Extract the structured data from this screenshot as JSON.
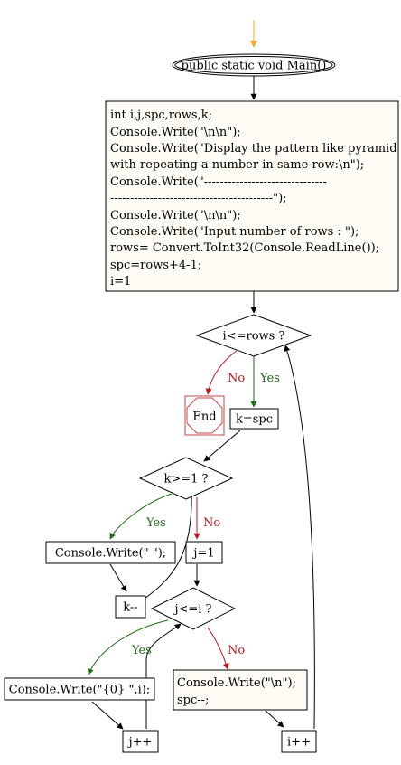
{
  "flowchart": {
    "start_label": "public static void Main()",
    "init_lines": [
      "int i,j,spc,rows,k;",
      "Console.Write(\"\\n\\n\");",
      "Console.Write(\"Display the pattern like pyramid",
      "with repeating a number in same row:\\n\");",
      "Console.Write(\"-------------------------------",
      "-----------------------------------------\");",
      "Console.Write(\"\\n\\n\");",
      "Console.Write(\"Input number of rows : \");",
      "rows= Convert.ToInt32(Console.ReadLine());",
      "spc=rows+4-1;",
      "i=1"
    ],
    "cond_outer": "i<=rows ?",
    "end_label": "End",
    "k_assign": "k=spc",
    "cond_k": "k>=1 ?",
    "write_space": "Console.Write(\" \");",
    "k_decrement": "k--",
    "j_assign": "j=1",
    "cond_j": "j<=i ?",
    "write_num": "Console.Write(\"{0} \",i);",
    "j_increment": "j++",
    "newline_lines": [
      "Console.Write(\"\\n\");",
      "spc--;"
    ],
    "i_increment": "i++",
    "yes_label": "Yes",
    "no_label": "No",
    "colors": {
      "start_arrow": "#f5a623",
      "yes": "#1a6e12",
      "no": "#c0141c",
      "box_fill": "#fffcf5",
      "end_border": "#c24a4a"
    }
  }
}
